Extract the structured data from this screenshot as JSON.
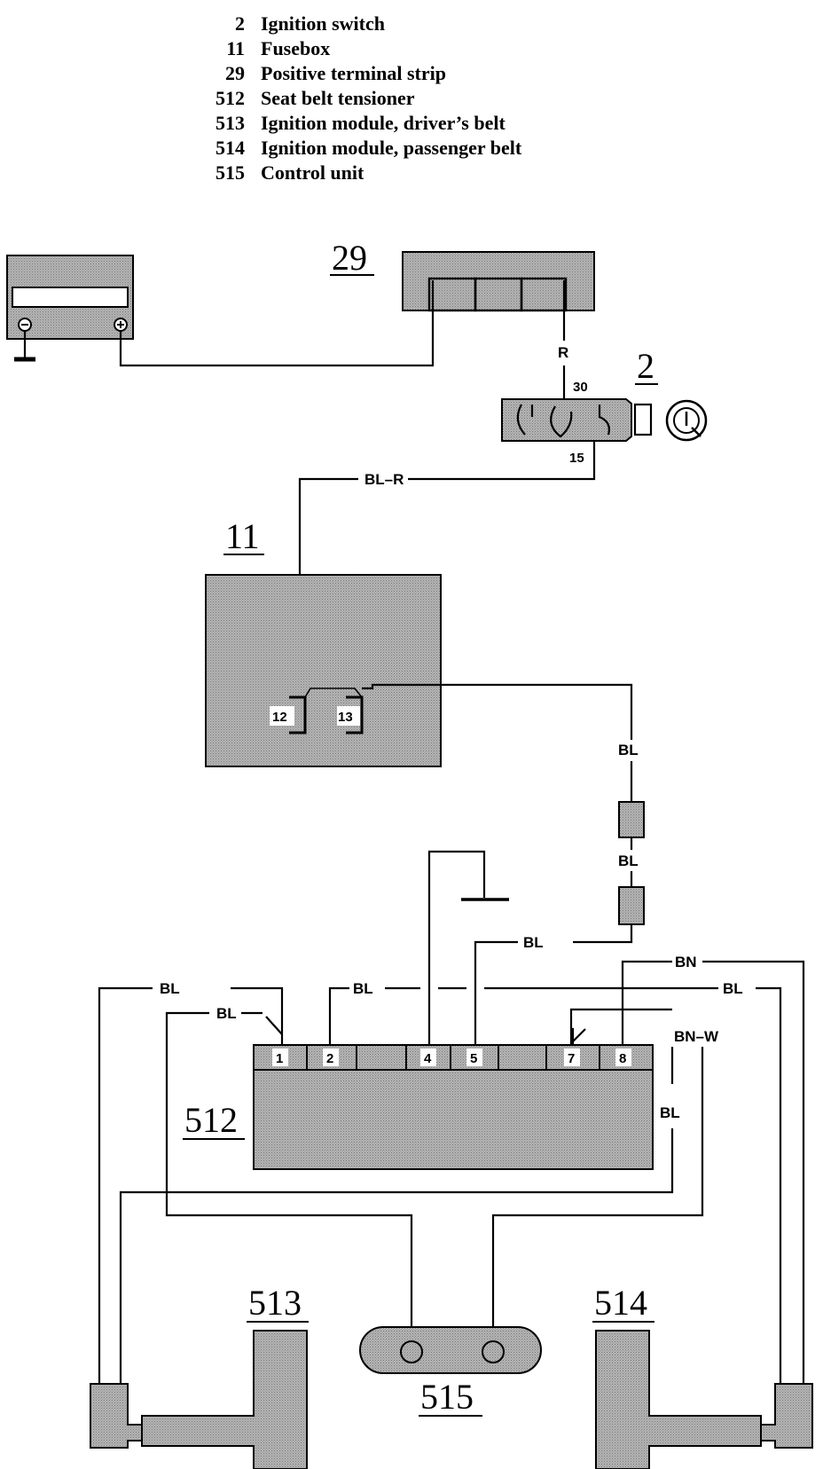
{
  "legend": [
    {
      "number": "2",
      "description": "Ignition switch"
    },
    {
      "number": "11",
      "description": "Fusebox"
    },
    {
      "number": "29",
      "description": "Positive terminal strip"
    },
    {
      "number": "512",
      "description": "Seat belt tensioner"
    },
    {
      "number": "513",
      "description": "Ignition module, driver’s belt"
    },
    {
      "number": "514",
      "description": "Ignition module, passenger belt"
    },
    {
      "number": "515",
      "description": "Control unit"
    }
  ],
  "components": {
    "c29": "29",
    "c2": "2",
    "c11": "11",
    "c512": "512",
    "c513": "513",
    "c514": "514",
    "c515": "515"
  },
  "wire_labels": {
    "r": "R",
    "bl_r": "BL–R",
    "bl_fuse": "BL",
    "bl_mid": "BL",
    "bl_to5": "BL",
    "bn": "BN",
    "bl_left1": "BL",
    "bl_left2": "BL",
    "bl_top2": "BL",
    "bl_right": "BL",
    "bn_w": "BN–W",
    "bl_side": "BL"
  },
  "terminals": {
    "t30": "30",
    "t15": "15",
    "fuse12": "12",
    "fuse13": "13"
  },
  "tensioner_pins": [
    "1",
    "2",
    "",
    "4",
    "5",
    "",
    "7",
    "8"
  ],
  "colors": {
    "line": "#000000",
    "fill_gray": "#a8a8a8"
  }
}
